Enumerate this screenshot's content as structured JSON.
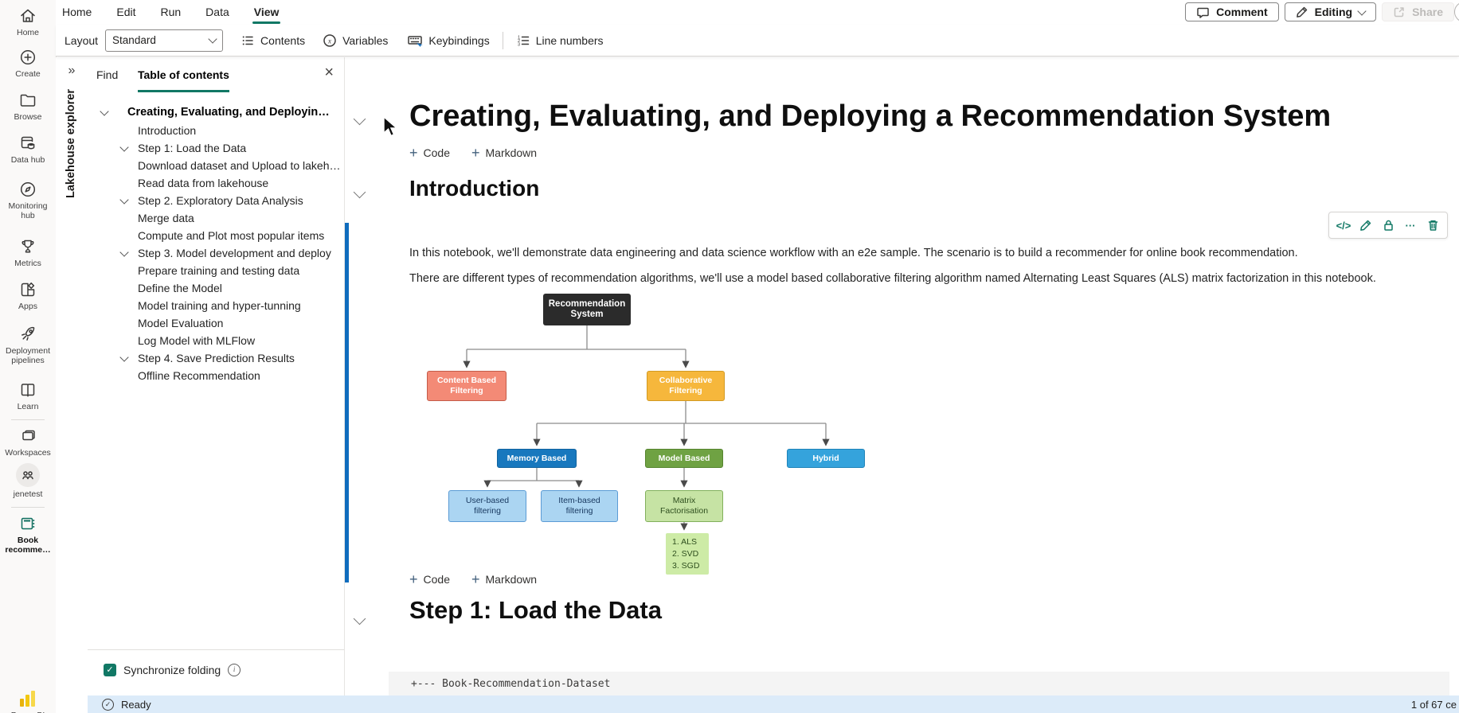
{
  "colors": {
    "accent": "#117865",
    "scrollbar-blue": "#0f6cbd",
    "status-bg": "#dcebf9",
    "code-bg": "#f4f4f4",
    "plus-blue": "#44627e",
    "toolbar-teal": "#117865",
    "powerbi-yellow": "#f2c811"
  },
  "icons": {
    "expand_glyph": "»",
    "close_glyph": "×",
    "more_glyph": "···",
    "code_glyph": "</>",
    "plus_glyph": "+",
    "check_glyph": "✓",
    "info_glyph": "i"
  },
  "nav_rail": {
    "items": [
      {
        "label": "Home",
        "icon": "home-icon"
      },
      {
        "label": "Create",
        "icon": "create-icon"
      },
      {
        "label": "Browse",
        "icon": "browse-icon"
      },
      {
        "label": "Data hub",
        "icon": "data-hub-icon"
      },
      {
        "label": "Monitoring hub",
        "icon": "monitoring-hub-icon"
      },
      {
        "label": "Metrics",
        "icon": "metrics-icon"
      },
      {
        "label": "Apps",
        "icon": "apps-icon"
      },
      {
        "label": "Deployment pipelines",
        "icon": "deployment-pipelines-icon"
      },
      {
        "label": "Learn",
        "icon": "learn-icon"
      },
      {
        "label": "Workspaces",
        "icon": "workspaces-icon"
      },
      {
        "label": "jenetest",
        "icon": "workspace-avatar-icon"
      },
      {
        "label": "Book recomme…",
        "icon": "notebook-icon"
      }
    ],
    "bottom_label": "Power BI"
  },
  "menu_bar": {
    "tabs": [
      "Home",
      "Edit",
      "Run",
      "Data",
      "View"
    ],
    "active_tab": "View",
    "comment_label": "Comment",
    "editing_label": "Editing",
    "share_label": "Share"
  },
  "toolbar": {
    "layout_label": "Layout",
    "layout_value": "Standard",
    "contents_label": "Contents",
    "variables_label": "Variables",
    "keybindings_label": "Keybindings",
    "line_numbers_label": "Line numbers"
  },
  "explorer": {
    "vertical_label": "Lakehouse explorer"
  },
  "toc": {
    "tab_find": "Find",
    "tab_toc": "Table of contents",
    "sync_label": "Synchronize folding",
    "items": [
      {
        "label": "Creating, Evaluating, and Deployin…",
        "level": 1,
        "chevron": true
      },
      {
        "label": "Introduction",
        "level": 2,
        "chevron": false
      },
      {
        "label": "Step 1: Load the Data",
        "level": 2,
        "chevron": true
      },
      {
        "label": "Download dataset and Upload to lakeh…",
        "level": 3,
        "chevron": false
      },
      {
        "label": "Read data from lakehouse",
        "level": 3,
        "chevron": false
      },
      {
        "label": "Step 2. Exploratory Data Analysis",
        "level": 2,
        "chevron": true
      },
      {
        "label": "Merge data",
        "level": 3,
        "chevron": false
      },
      {
        "label": "Compute and Plot most popular items",
        "level": 3,
        "chevron": false
      },
      {
        "label": "Step 3. Model development and deploy",
        "level": 2,
        "chevron": true
      },
      {
        "label": "Prepare training and testing data",
        "level": 3,
        "chevron": false
      },
      {
        "label": "Define the Model",
        "level": 3,
        "chevron": false
      },
      {
        "label": "Model training and hyper-tunning",
        "level": 3,
        "chevron": false
      },
      {
        "label": "Model Evaluation",
        "level": 3,
        "chevron": false
      },
      {
        "label": "Log Model with MLFlow",
        "level": 3,
        "chevron": false
      },
      {
        "label": "Step 4. Save Prediction Results",
        "level": 2,
        "chevron": true
      },
      {
        "label": "Offline Recommendation",
        "level": 3,
        "chevron": false
      }
    ]
  },
  "notebook": {
    "title": "Creating, Evaluating, and Deploying a Recommendation System",
    "add_code": "Code",
    "add_markdown": "Markdown",
    "intro_heading": "Introduction",
    "step1_heading": "Step 1: Load the Data",
    "paragraph1": "In this notebook, we'll demonstrate data engineering and data science workflow with an e2e sample. The scenario is to build a recommender for online book recommendation.",
    "paragraph2": "There are different types of recommendation algorithms, we'll use a model based collaborative filtering algorithm named Alternating Least Squares (ALS) matrix factorization in this notebook.",
    "code_cell_line": "+--- Book-Recommendation-Dataset"
  },
  "diagram": {
    "nodes": [
      {
        "label": "Recommendation System",
        "bg": "#2b2b2b",
        "color": "#ffffff"
      },
      {
        "label": "Content Based Filtering",
        "bg": "#f38a76",
        "border": "#c45c49",
        "color": "#ffffff"
      },
      {
        "label": "Collaborative Filtering",
        "bg": "#f6b73c",
        "border": "#d29a22",
        "color": "#ffffff"
      },
      {
        "label": "Memory Based",
        "bg": "#1878be",
        "border": "#10629e",
        "color": "#ffffff"
      },
      {
        "label": "Model Based",
        "bg": "#6fa243",
        "border": "#55842e",
        "color": "#ffffff"
      },
      {
        "label": "Hybrid",
        "bg": "#35a3dc",
        "border": "#1f83b8",
        "color": "#ffffff"
      },
      {
        "label": "User-based filtering",
        "bg": "#abd5f2",
        "border": "#5b9bd5",
        "color": "#17375e"
      },
      {
        "label": "Item-based filtering",
        "bg": "#abd5f2",
        "border": "#5b9bd5",
        "color": "#17375e"
      },
      {
        "label": "Matrix Factorisation",
        "bg": "#c6e3a4",
        "border": "#82b05c",
        "color": "#2f4f1f"
      },
      {
        "label": "",
        "lines": [
          "1. ALS",
          "2. SVD",
          "3. SGD"
        ],
        "bg": "#cdeba6",
        "color": "#2f4f1f"
      }
    ]
  },
  "status_bar": {
    "ready": "Ready",
    "cell_count": "1 of 67 ce"
  }
}
